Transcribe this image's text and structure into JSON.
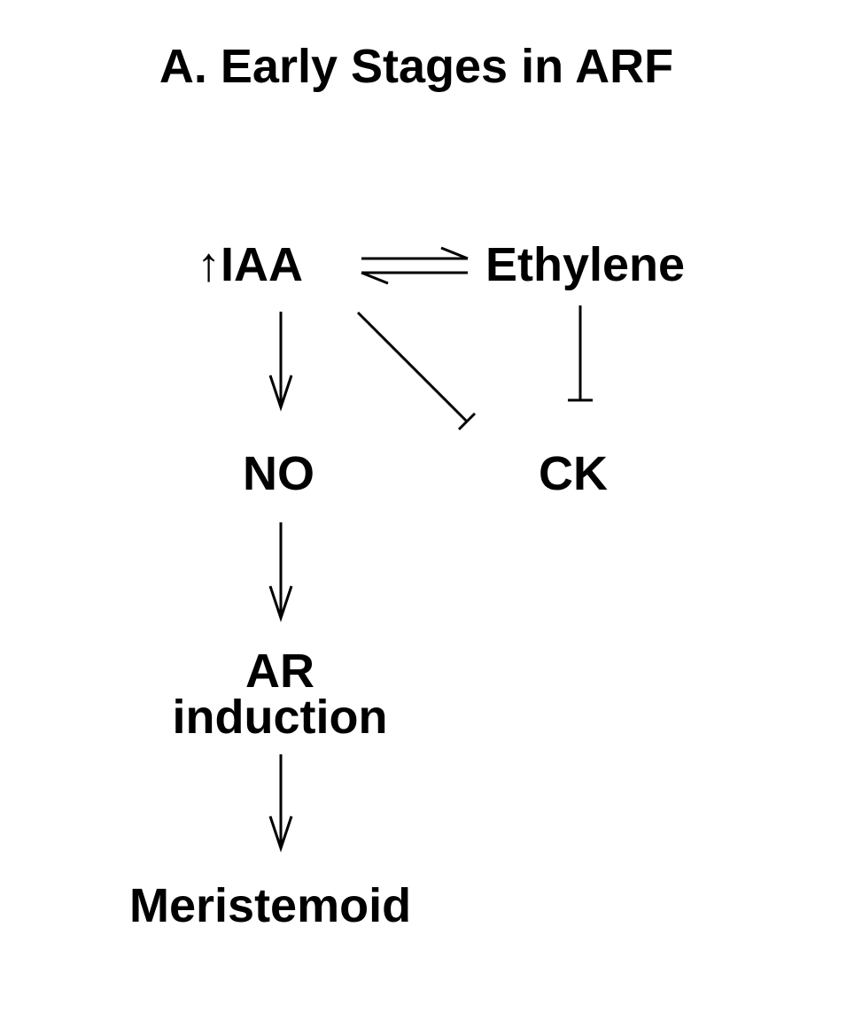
{
  "title": "A. Early Stages in ARF",
  "nodes": {
    "iaa": {
      "arrow": "↑",
      "label": "IAA"
    },
    "ethylene": {
      "label": "Ethylene"
    },
    "no": {
      "label": "NO"
    },
    "ck": {
      "label": "CK"
    },
    "ar_induction": {
      "line1": "AR",
      "line2": "induction"
    },
    "meristemoid": {
      "label": "Meristemoid"
    }
  },
  "edges": [
    {
      "from": "iaa",
      "to": "ethylene",
      "type": "reversible"
    },
    {
      "from": "iaa",
      "to": "no",
      "type": "promotes"
    },
    {
      "from": "iaa",
      "to": "ck",
      "type": "inhibits"
    },
    {
      "from": "ethylene",
      "to": "ck",
      "type": "inhibits"
    },
    {
      "from": "no",
      "to": "ar_induction",
      "type": "promotes"
    },
    {
      "from": "ar_induction",
      "to": "meristemoid",
      "type": "promotes"
    }
  ]
}
